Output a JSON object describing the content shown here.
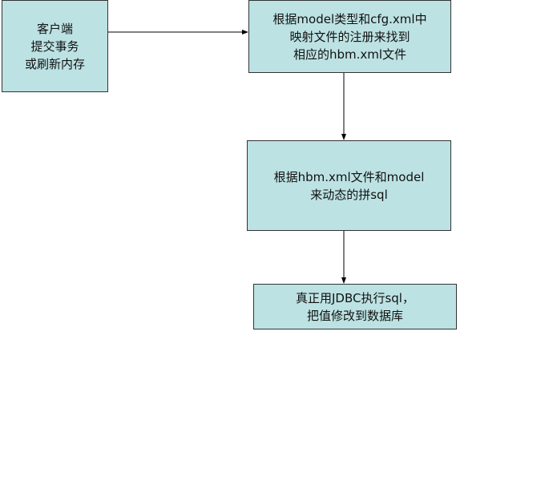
{
  "nodes": [
    {
      "lines": [
        "客户端",
        "提交事务",
        "或刷新内存"
      ]
    },
    {
      "lines": [
        "根据model类型和cfg.xml中",
        "映射文件的注册来找到",
        "相应的hbm.xml文件"
      ]
    },
    {
      "lines": [
        "根据hbm.xml文件和model",
        "来动态的拼sql"
      ]
    },
    {
      "lines": [
        "真正用JDBC执行sql，",
        "把值修改到数据库"
      ]
    }
  ],
  "colors": {
    "box_fill": "#bde2e3",
    "line": "#000000"
  }
}
